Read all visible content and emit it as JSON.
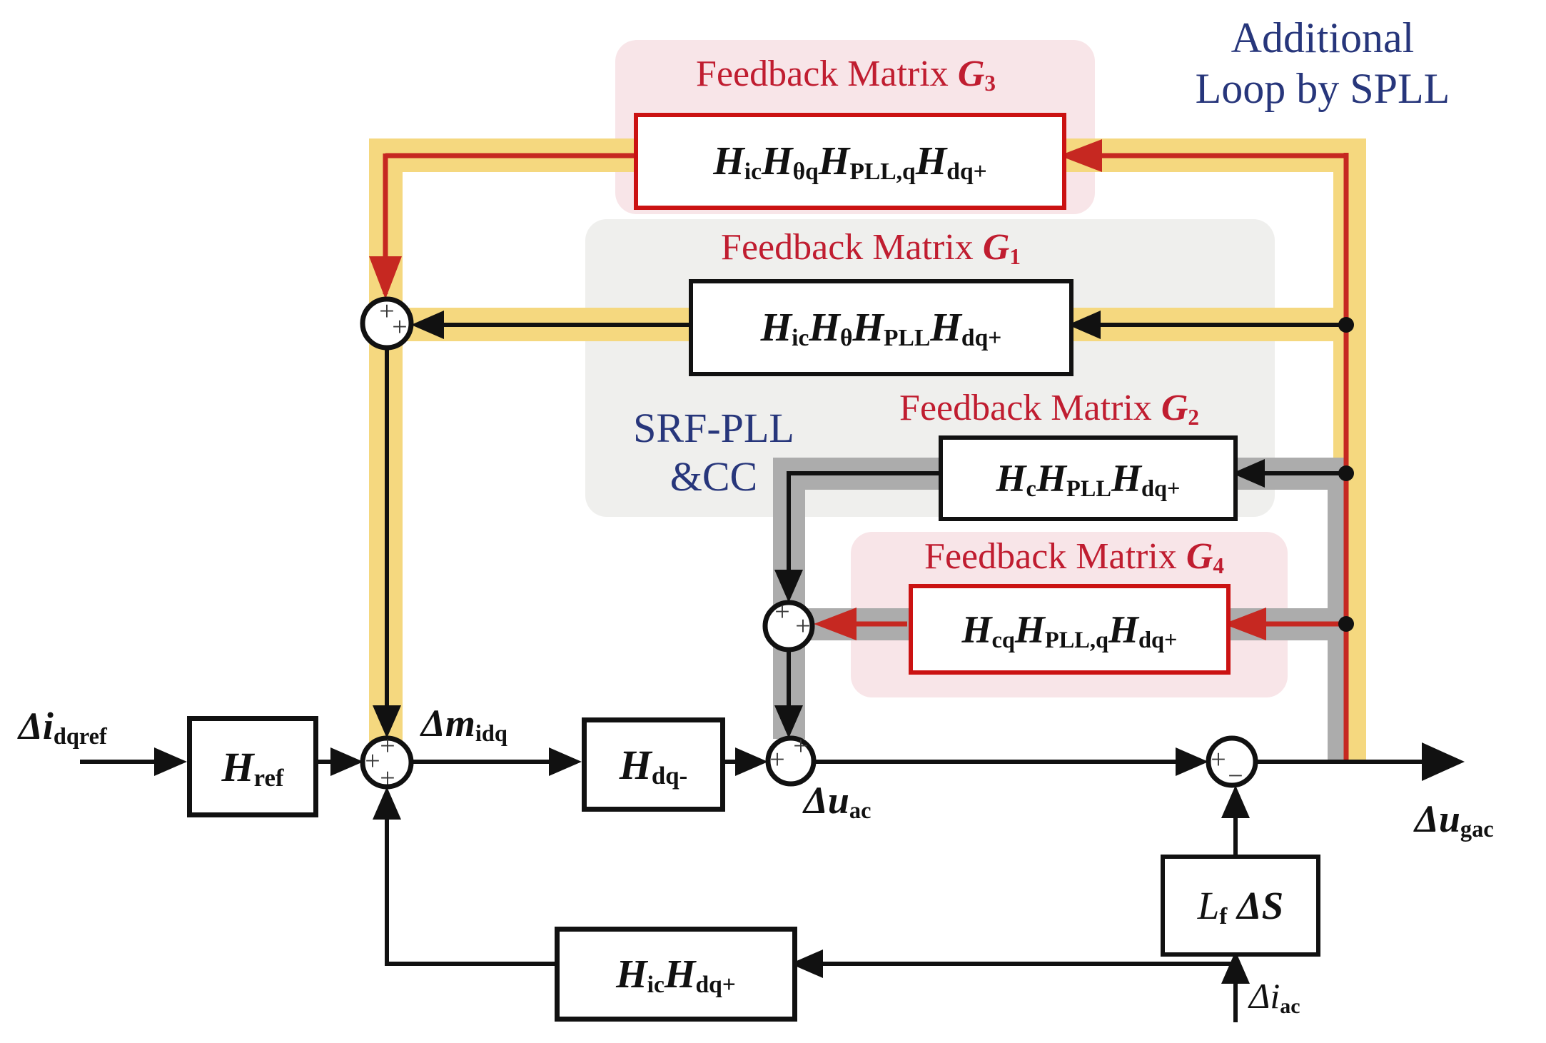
{
  "colors": {
    "yellow_loop_band": "#F5D87F",
    "gray_loop_band": "#ACACAC",
    "red_loop_line": "#C62821",
    "red_box_border": "#CB1212",
    "feedback_title_red": "#C01D30",
    "annotation_navy": "#27367B",
    "pink_region_bg": "#F8E5E8",
    "gray_region_bg": "#EFEFED"
  },
  "annotations": {
    "additional_loop_line1": "Additional",
    "additional_loop_line2": "Loop by SPLL",
    "srf_line1": "SRF-PLL",
    "srf_line2": "&CC"
  },
  "titles": {
    "g3": [
      {
        "b": "Feedback Matrix ",
        "c": "rm"
      },
      {
        "b": "G",
        "s": "3"
      }
    ],
    "g1": [
      {
        "b": "Feedback Matrix ",
        "c": "rm"
      },
      {
        "b": "G",
        "s": "1"
      }
    ],
    "g2": [
      {
        "b": "Feedback Matrix ",
        "c": "rm"
      },
      {
        "b": "G",
        "s": "2"
      }
    ],
    "g4": [
      {
        "b": "Feedback Matrix ",
        "c": "rm"
      },
      {
        "b": "G",
        "s": "4"
      }
    ]
  },
  "blocks": {
    "g3": [
      {
        "b": "H",
        "s": "ic"
      },
      {
        "b": "H",
        "s": "θq"
      },
      {
        "b": "H",
        "s": "PLL,q"
      },
      {
        "b": "H",
        "s": "dq+"
      }
    ],
    "g1": [
      {
        "b": "H",
        "s": "ic"
      },
      {
        "b": "H",
        "s": "θ"
      },
      {
        "b": "H",
        "s": "PLL"
      },
      {
        "b": "H",
        "s": "dq+"
      }
    ],
    "g2": [
      {
        "b": "H",
        "s": "c"
      },
      {
        "b": "H",
        "s": "PLL"
      },
      {
        "b": "H",
        "s": "dq+"
      }
    ],
    "g4": [
      {
        "b": "H",
        "s": "cq"
      },
      {
        "b": "H",
        "s": "PLL,q"
      },
      {
        "b": "H",
        "s": "dq+"
      }
    ],
    "h_ref": [
      {
        "b": "H",
        "s": "ref"
      }
    ],
    "h_dq_minus": [
      {
        "b": "H",
        "s": "dq-"
      }
    ],
    "l_f_delta_s": [
      {
        "b": "L",
        "s": "f",
        "c": "plain"
      },
      {
        "b": " ΔS"
      }
    ],
    "h_ic_h_dq_plus": [
      {
        "b": "H",
        "s": "ic"
      },
      {
        "b": "H",
        "s": "dq+"
      }
    ]
  },
  "signals": {
    "input": [
      {
        "b": "Δi",
        "s": "dqref"
      }
    ],
    "m_idq": [
      {
        "b": "Δm",
        "s": "idq"
      }
    ],
    "u_ac": [
      {
        "b": "Δu",
        "s": "ac"
      }
    ],
    "u_gac": [
      {
        "b": "Δu",
        "s": "gac"
      }
    ],
    "i_ac": [
      {
        "b": "Δi",
        "s": "ac",
        "c": "plain"
      }
    ]
  },
  "junction_signs": {
    "s0": [
      "+",
      "+"
    ],
    "s1": [
      "+",
      "+",
      "+"
    ],
    "s2": [
      "+",
      "+"
    ],
    "s4": [
      "+",
      "+"
    ],
    "s3": [
      "+",
      "−"
    ]
  }
}
